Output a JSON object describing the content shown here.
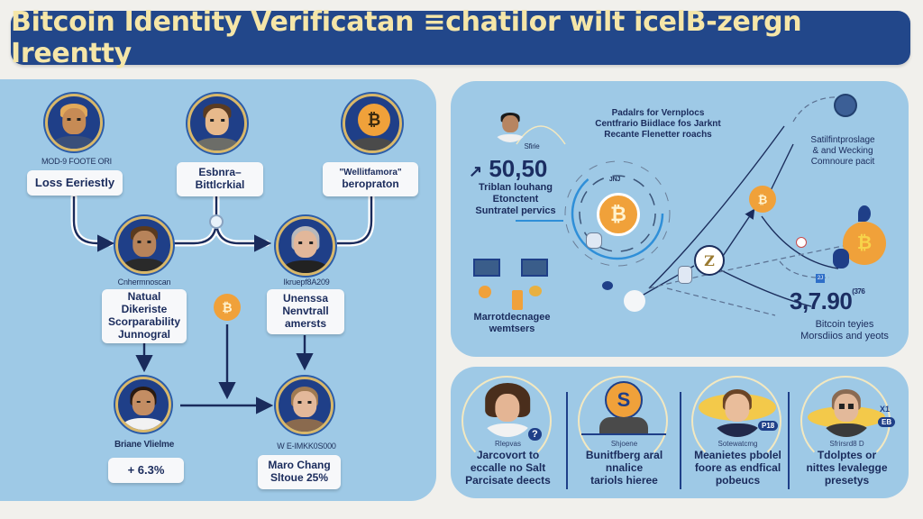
{
  "header": {
    "title": "Bitcoin Identity Verificatan ≡chatilor wilt icelB-zergn Ireentty"
  },
  "left_panel": {
    "nodes": [
      {
        "id": "top-left",
        "caption": "MOD-9 FOOTE ORI",
        "label": [
          "Loss Eeriestly"
        ]
      },
      {
        "id": "top-center",
        "caption": "",
        "label": [
          "Esbnra–",
          "Bittlcrkial"
        ]
      },
      {
        "id": "top-right",
        "caption": "",
        "label": [
          "\"Wellitfamora\"",
          "beropraton"
        ],
        "icon": "bitcoin-coin"
      },
      {
        "id": "mid-left",
        "caption": "Cnhermnoscan",
        "label": [
          "Natual",
          "Dikeriste",
          "Scorparability",
          "Junnogral"
        ]
      },
      {
        "id": "mid-right",
        "caption": "Ikruepf8A209",
        "label": [
          "Unenssa",
          "Nenvtrall",
          "amersts"
        ]
      },
      {
        "id": "bottom-left",
        "caption": "Briane Vlielme",
        "label": [
          "+ 6.3%"
        ]
      },
      {
        "id": "bottom-right",
        "caption": "W E-IMKK0S000",
        "label": [
          "Maro Chang",
          "Sltoue 25%"
        ]
      }
    ],
    "center_coin_icon": "bitcoin-coin"
  },
  "right_top_panel": {
    "avatar_caption": "Sfirie",
    "stat_left": {
      "value": "50,50",
      "prefix_icon": "currency-icon",
      "lines": [
        "Triblan louhang",
        "Etonctent",
        "Suntratel pervics"
      ]
    },
    "headline": [
      "Padalrs for Vernplocs",
      "Centfrario Biidlace fos Jarknt",
      "Recante Flenetter roachs"
    ],
    "callout_top_right": [
      "Satilfintproslage",
      "& and Wecking",
      "Comnoure pacit"
    ],
    "devices_caption": [
      "Marrotdecnagee",
      "wemtsers"
    ],
    "stat_right": {
      "value": "3,7.90",
      "suffix": "(376",
      "lines": [
        "Bitcoin teyies",
        "Morsdiios and yeots"
      ]
    },
    "hub_letter": "Z",
    "orbit_label": "JNJ",
    "small_tag": "2J"
  },
  "right_bottom_panel": {
    "columns": [
      {
        "sub": "Rlepvas",
        "desc": [
          "Jarcovort to",
          "eccalle no Salt",
          "Parcisate deects"
        ],
        "badge": "?"
      },
      {
        "sub": "Shjoene",
        "desc": [
          "Bunitfberg aral",
          "nnalice",
          "tariols hieree"
        ],
        "badge": ""
      },
      {
        "sub": "Sotewatcmg",
        "desc": [
          "Meanietes pbolel",
          "foore as endfical",
          "pobeucs"
        ],
        "badge": "P18"
      },
      {
        "sub": "Sfrirsrd8 D",
        "desc": [
          "Tdolptes or",
          "nittes levalegge",
          "presetys"
        ],
        "badge": "EB",
        "badge_top": "X1"
      }
    ]
  },
  "colors": {
    "title_bg": "#22478a",
    "title_text": "#f5e6a8",
    "panel_bg": "#9ec9e6",
    "page_bg": "#f1f0ec",
    "navy": "#1f3f88",
    "coin_orange": "#f0a13a",
    "text_dark": "#1a2b5c"
  }
}
